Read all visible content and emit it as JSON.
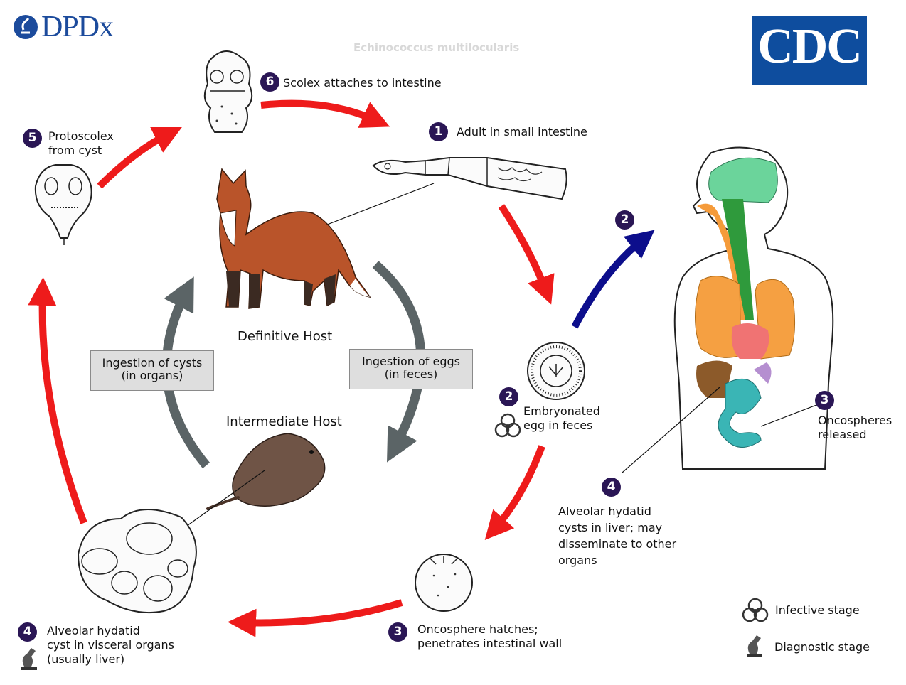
{
  "header": {
    "logo_left": "DPDx",
    "logo_right": "CDC",
    "faint_title": "Echinococcus multilocularis"
  },
  "stages": {
    "s1": {
      "number": "1",
      "label": "Adult in small intestine"
    },
    "s2": {
      "number": "2",
      "label": "Embryonated\negg in feces"
    },
    "s2_human": {
      "number": "2"
    },
    "s3": {
      "number": "3",
      "label": "Oncosphere hatches;\npenetrates intestinal wall"
    },
    "s3_human": {
      "number": "3",
      "label": "Oncospheres\nreleased"
    },
    "s4": {
      "number": "4",
      "label": "Alveolar hydatid\ncyst in visceral organs\n(usually liver)"
    },
    "s4_human": {
      "number": "4",
      "label": "Alveolar hydatid\ncysts in liver; may\ndisseminate to other\norgans"
    },
    "s5": {
      "number": "5",
      "label": "Protoscolex\nfrom cyst"
    },
    "s6": {
      "number": "6",
      "label": "Scolex attaches to intestine"
    }
  },
  "hosts": {
    "definitive": "Definitive Host",
    "intermediate": "Intermediate Host"
  },
  "boxes": {
    "cysts": "Ingestion of cysts\n(in organs)",
    "eggs": "Ingestion of eggs\n(in feces)"
  },
  "legend": {
    "infective": "Infective stage",
    "diagnostic": "Diagnostic stage"
  },
  "colors": {
    "red_arrow": "#ee1b1b",
    "blue_arrow": "#0c0e8c",
    "gray_arrow": "#5b6466",
    "badge": "#2a1655",
    "dpdx_blue": "#1c4b9c",
    "cdc_blue": "#0e4d9e"
  },
  "icons": {
    "infective": "biohazard-icon",
    "diagnostic": "microscope-icon"
  }
}
